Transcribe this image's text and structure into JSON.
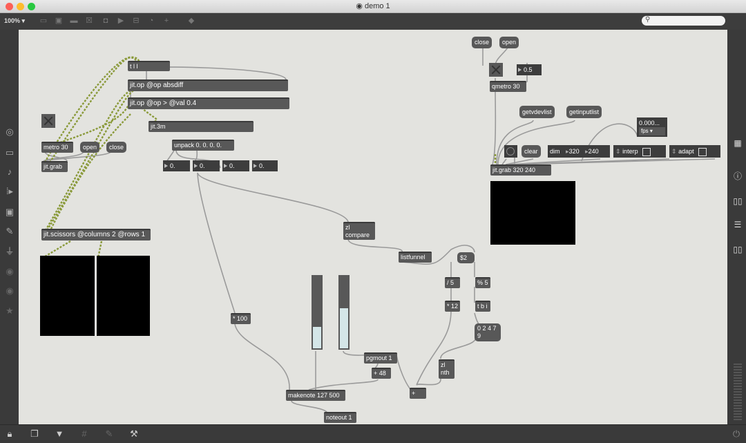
{
  "window": {
    "title": "demo 1",
    "traffic_colors": [
      "#fc5f57",
      "#fdbc2e",
      "#28c840"
    ]
  },
  "toolbar": {
    "zoom": "100%",
    "icons": [
      "presentation-icon",
      "patcher-icon",
      "comment-icon",
      "close-box-icon",
      "object-icon",
      "play-icon",
      "split-icon",
      "timer-icon",
      "add-icon",
      "paint-icon"
    ]
  },
  "left_sidebar": {
    "icons": [
      "eye-icon",
      "video-icon",
      "music-icon",
      "sequence-icon",
      "image-icon",
      "clip-icon",
      "plug-icon",
      "bulb-icon",
      "help-icon",
      "star-icon"
    ]
  },
  "right_sidebar": {
    "icons": [
      "grid-icon",
      "info-icon",
      "book-icon",
      "list-icon",
      "doc-icon"
    ]
  },
  "bottom_bar": {
    "icons": [
      "lock-icon",
      "new-view-icon",
      "presentation-toggle-icon",
      "grid-toggle-icon",
      "edit-icon",
      "wrench-icon",
      "power-icon"
    ]
  },
  "patch": {
    "t_ll": "t l l",
    "jit_op_absdiff": "jit.op @op absdiff",
    "jit_op_gt": "jit.op @op > @val 0.4",
    "jit_3m": "jit.3m",
    "unpack": "unpack 0. 0. 0. 0.",
    "num_1": "0.",
    "num_2": "0.",
    "num_3": "0.",
    "num_4": "0.",
    "metro": "metro 30",
    "open_left": "open",
    "close_left": "close",
    "jit_grab_left": "jit.grab",
    "jit_scissors": "jit.scissors @columns 2 @rows 1",
    "zl_compare": "zl\ncompare",
    "listfunnel": "listfunnel",
    "dollar2": "$2",
    "div5": "/ 5",
    "mod5": "% 5",
    "mul12": "* 12",
    "tbi": "t b i",
    "scale_msg": "0 2 4 7\n9",
    "zl_nth": "zl\nnth",
    "plus": "+",
    "mul100": "* 100",
    "pgmout": "pgmout 1",
    "plus48": "+ 48",
    "makenote": "makenote 127 500",
    "noteout": "noteout 1",
    "close_right": "close",
    "open_right": "open",
    "num_05": "0.5",
    "qmetro": "qmetro 30",
    "getvdevlist": "getvdevlist",
    "getinputlist": "getinputlist",
    "fps_value": "0.000...",
    "fps_label": "fps",
    "clear": "clear",
    "dim": "dim",
    "dim_w": "320",
    "dim_h": "240",
    "interp": "interp",
    "adapt": "adapt",
    "jit_grab_right": "jit.grab 320 240",
    "slider_left_level": 0.32,
    "slider_right_level": 0.58
  }
}
